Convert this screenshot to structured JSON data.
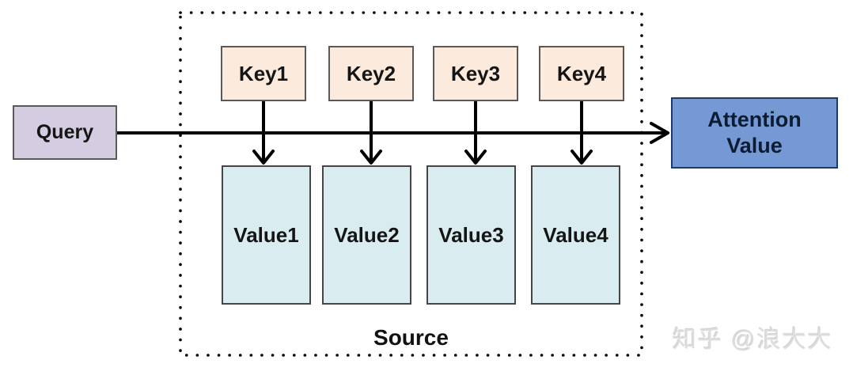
{
  "colors": {
    "background": "#ffffff",
    "query_fill": "#d4cde1",
    "key_fill": "#fcebdd",
    "value_fill": "#d9edf0",
    "attention_fill": "#7599d4",
    "attention_border": "#203864",
    "attention_text": "#0d1b33",
    "box_border": "#595959",
    "line": "#000000",
    "watermark_text": "#dddddd"
  },
  "query": {
    "label": "Query"
  },
  "source": {
    "label": "Source",
    "keys": [
      "Key1",
      "Key2",
      "Key3",
      "Key4"
    ],
    "values": [
      "Value1",
      "Value2",
      "Value3",
      "Value4"
    ]
  },
  "attention": {
    "label": "Attention Value"
  },
  "watermark": {
    "text": "知乎 @浪大大"
  }
}
